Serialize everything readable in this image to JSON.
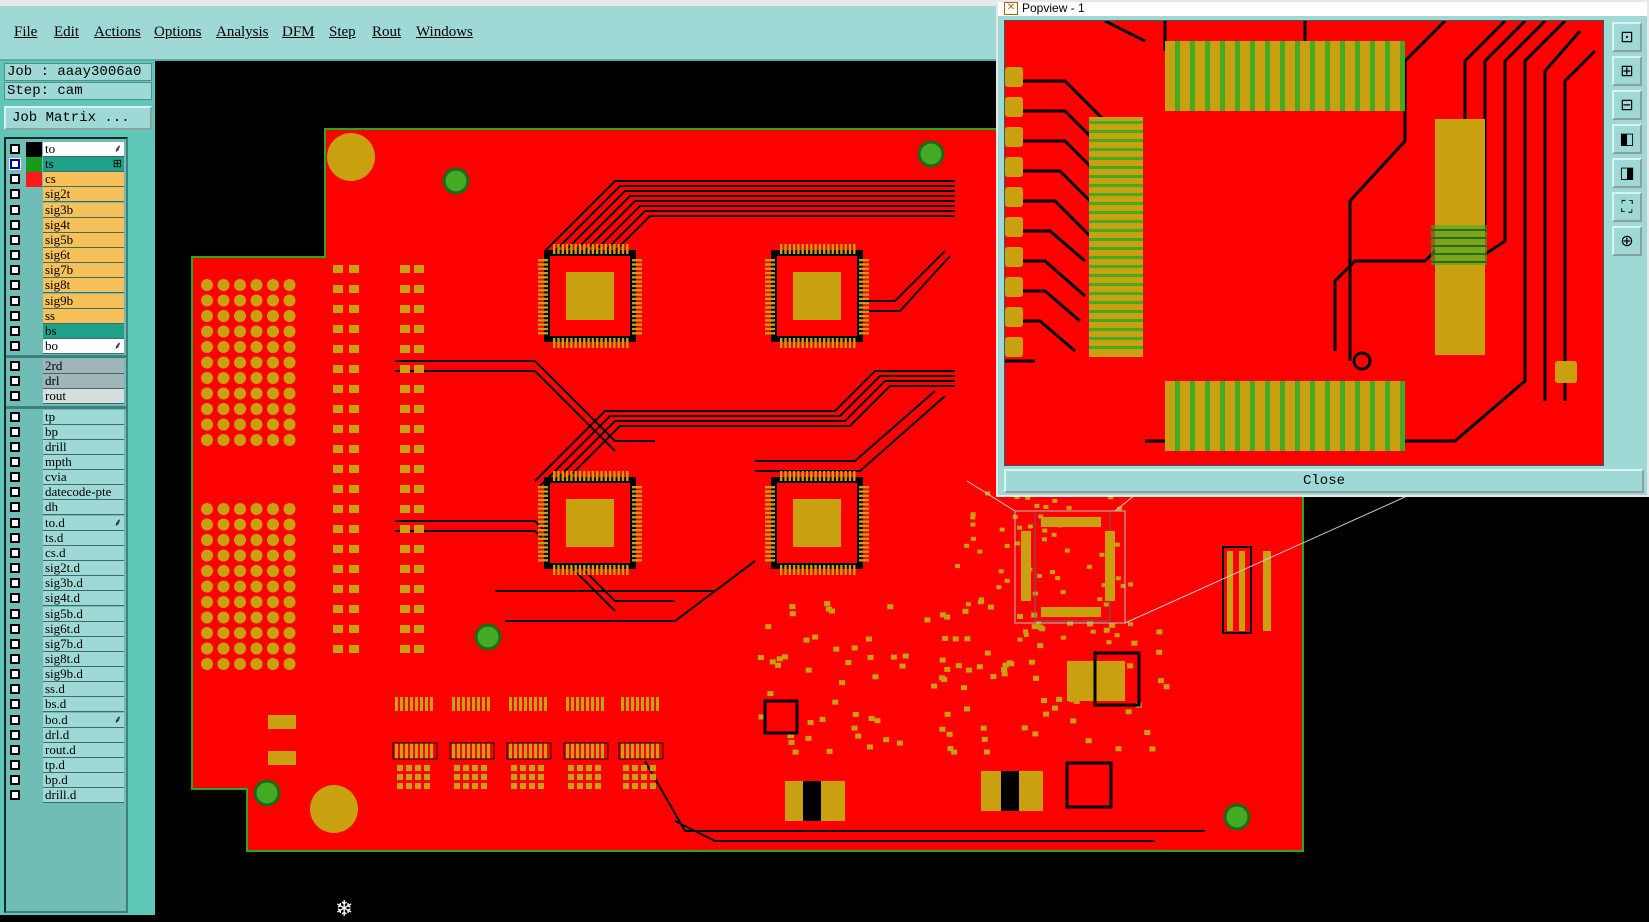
{
  "menubar": {
    "items": [
      {
        "label": "File"
      },
      {
        "label": "Edit"
      },
      {
        "label": "Actions"
      },
      {
        "label": "Options"
      },
      {
        "label": "Analysis"
      },
      {
        "label": "DFM"
      },
      {
        "label": "Step"
      },
      {
        "label": "Rout"
      },
      {
        "label": "Windows"
      }
    ]
  },
  "job": {
    "job_line": "Job : aaay3006a0",
    "step_line": "Step: cam",
    "matrix_button": "Job Matrix ..."
  },
  "layers": {
    "group1": [
      {
        "name": "to",
        "color": "#ffffff",
        "swatch": "#000000",
        "mark": "⸙"
      },
      {
        "name": "ts",
        "color": "#1fa088",
        "swatch": "#1a9a1a",
        "mark": "⊞",
        "selected": true
      },
      {
        "name": "cs",
        "color": "#f7c15a",
        "swatch": "#ff1a1a"
      },
      {
        "name": "sig2t",
        "color": "#f7c15a"
      },
      {
        "name": "sig3b",
        "color": "#f7c15a"
      },
      {
        "name": "sig4t",
        "color": "#f7c15a"
      },
      {
        "name": "sig5b",
        "color": "#f7c15a"
      },
      {
        "name": "sig6t",
        "color": "#f7c15a"
      },
      {
        "name": "sig7b",
        "color": "#f7c15a"
      },
      {
        "name": "sig8t",
        "color": "#f7c15a"
      },
      {
        "name": "sig9b",
        "color": "#f7c15a"
      },
      {
        "name": "ss",
        "color": "#f7c15a"
      },
      {
        "name": "bs",
        "color": "#1fa088"
      },
      {
        "name": "bo",
        "color": "#ffffff",
        "mark": "⸙"
      }
    ],
    "group2": [
      {
        "name": "2rd",
        "color": "#9fb5b8"
      },
      {
        "name": "drl",
        "color": "#9fb5b8"
      },
      {
        "name": "rout",
        "color": "#d6dede"
      }
    ],
    "group3": [
      {
        "name": "tp"
      },
      {
        "name": "bp"
      },
      {
        "name": "drill"
      },
      {
        "name": "mpth"
      },
      {
        "name": "cvia"
      },
      {
        "name": "datecode-pte"
      },
      {
        "name": "dh"
      },
      {
        "name": "to.d",
        "mark": "⸙"
      },
      {
        "name": "ts.d"
      },
      {
        "name": "cs.d"
      },
      {
        "name": "sig2t.d"
      },
      {
        "name": "sig3b.d"
      },
      {
        "name": "sig4t.d"
      },
      {
        "name": "sig5b.d"
      },
      {
        "name": "sig6t.d"
      },
      {
        "name": "sig7b.d"
      },
      {
        "name": "sig8t.d"
      },
      {
        "name": "sig9b.d"
      },
      {
        "name": "ss.d"
      },
      {
        "name": "bs.d"
      },
      {
        "name": "bo.d",
        "mark": "⸙"
      },
      {
        "name": "drl.d"
      },
      {
        "name": "rout.d"
      },
      {
        "name": "tp.d"
      },
      {
        "name": "bp.d"
      },
      {
        "name": "drill.d"
      }
    ]
  },
  "popview": {
    "title": "Popview - 1",
    "close_label": "Close",
    "tools": [
      "zoom-home-icon",
      "zoom-in-icon",
      "zoom-out-icon",
      "pan-left-icon",
      "pan-right-icon",
      "fit-icon",
      "center-icon"
    ]
  },
  "colors": {
    "board": "#ff0000",
    "copper": "#c8a010",
    "pad_green": "#44aa22",
    "panel": "#9fd9d6",
    "panel_dark": "#5fc7b8"
  }
}
